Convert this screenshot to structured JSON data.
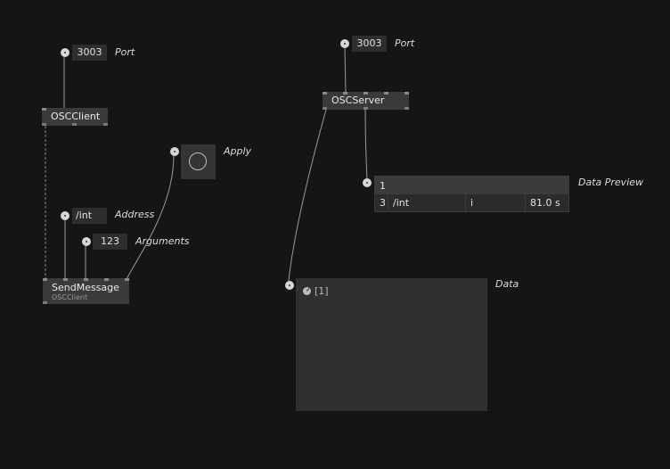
{
  "client": {
    "port_value": "3003",
    "port_label": "Port",
    "node_title": "OSCClient"
  },
  "apply": {
    "label": "Apply"
  },
  "address": {
    "value": "/int",
    "label": "Address"
  },
  "arguments": {
    "value": "123",
    "label": "Arguments"
  },
  "send": {
    "title": "SendMessage",
    "subtitle": "OSCClient"
  },
  "server": {
    "port_value": "3003",
    "port_label": "Port",
    "node_title": "OSCServer"
  },
  "preview": {
    "label": "Data Preview",
    "header_index": "1",
    "row": {
      "count": "3",
      "address": "/int",
      "type": "i",
      "time": "81.0 s"
    }
  },
  "data": {
    "label": "Data",
    "tag": "[1]"
  }
}
